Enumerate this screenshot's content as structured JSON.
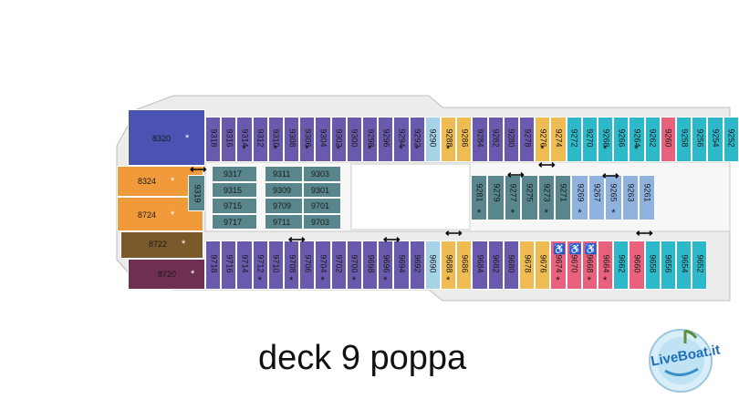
{
  "title": "deck 9 poppa",
  "logo_text": "LiveBoat.it",
  "colors": {
    "purple": "#6a5aad",
    "blue": "#4a52b2",
    "orange": "#f19a3c",
    "brown": "#7a5a2a",
    "maroon": "#6e2f50",
    "teal": "#58868c",
    "lightblue": "#8fb2df",
    "gold": "#efbc53",
    "cyan": "#2db9c9",
    "pink": "#e8617d",
    "skyblue": "#a6d3e8",
    "hull": "#dcdcdc"
  },
  "top_row": [
    "9318",
    "9316",
    "9314",
    "9312",
    "9310",
    "9308",
    "9306",
    "9304",
    "9302",
    "9300",
    "9298",
    "9296",
    "9294",
    "9292",
    "9290",
    "9288",
    "9286",
    "9284",
    "9282",
    "9280",
    "9278",
    "9276",
    "9274",
    "9272",
    "9270",
    "9268",
    "9266",
    "9264",
    "9262",
    "9260",
    "9258",
    "9256",
    "9254",
    "9252"
  ],
  "bottom_row": [
    "9718",
    "9716",
    "9714",
    "9712",
    "9710",
    "9708",
    "9706",
    "9704",
    "9702",
    "9700",
    "9698",
    "9696",
    "9694",
    "9692",
    "9690",
    "9688",
    "9686",
    "9684",
    "9682",
    "9680",
    "9678",
    "9676",
    "9674",
    "9670",
    "9668",
    "9664",
    "9662",
    "9660",
    "9658",
    "9656",
    "9654",
    "9652"
  ],
  "aft_suites": [
    "8320",
    "8324",
    "8724",
    "8722",
    "8720"
  ],
  "inner_left": [
    "9319"
  ],
  "inner_block_a": [
    "9317",
    "9315",
    "9715",
    "9717"
  ],
  "inner_block_b": [
    "9311",
    "9303",
    "9309",
    "9301",
    "9709",
    "9701",
    "9711",
    "9703"
  ],
  "inner_mid": [
    "9281",
    "9279",
    "9277",
    "9275",
    "9273",
    "9271",
    "9269",
    "9267",
    "9265",
    "9263",
    "9261"
  ],
  "star_symbol": "*",
  "arrow_symbol": "⟷",
  "access_symbol": "♿"
}
